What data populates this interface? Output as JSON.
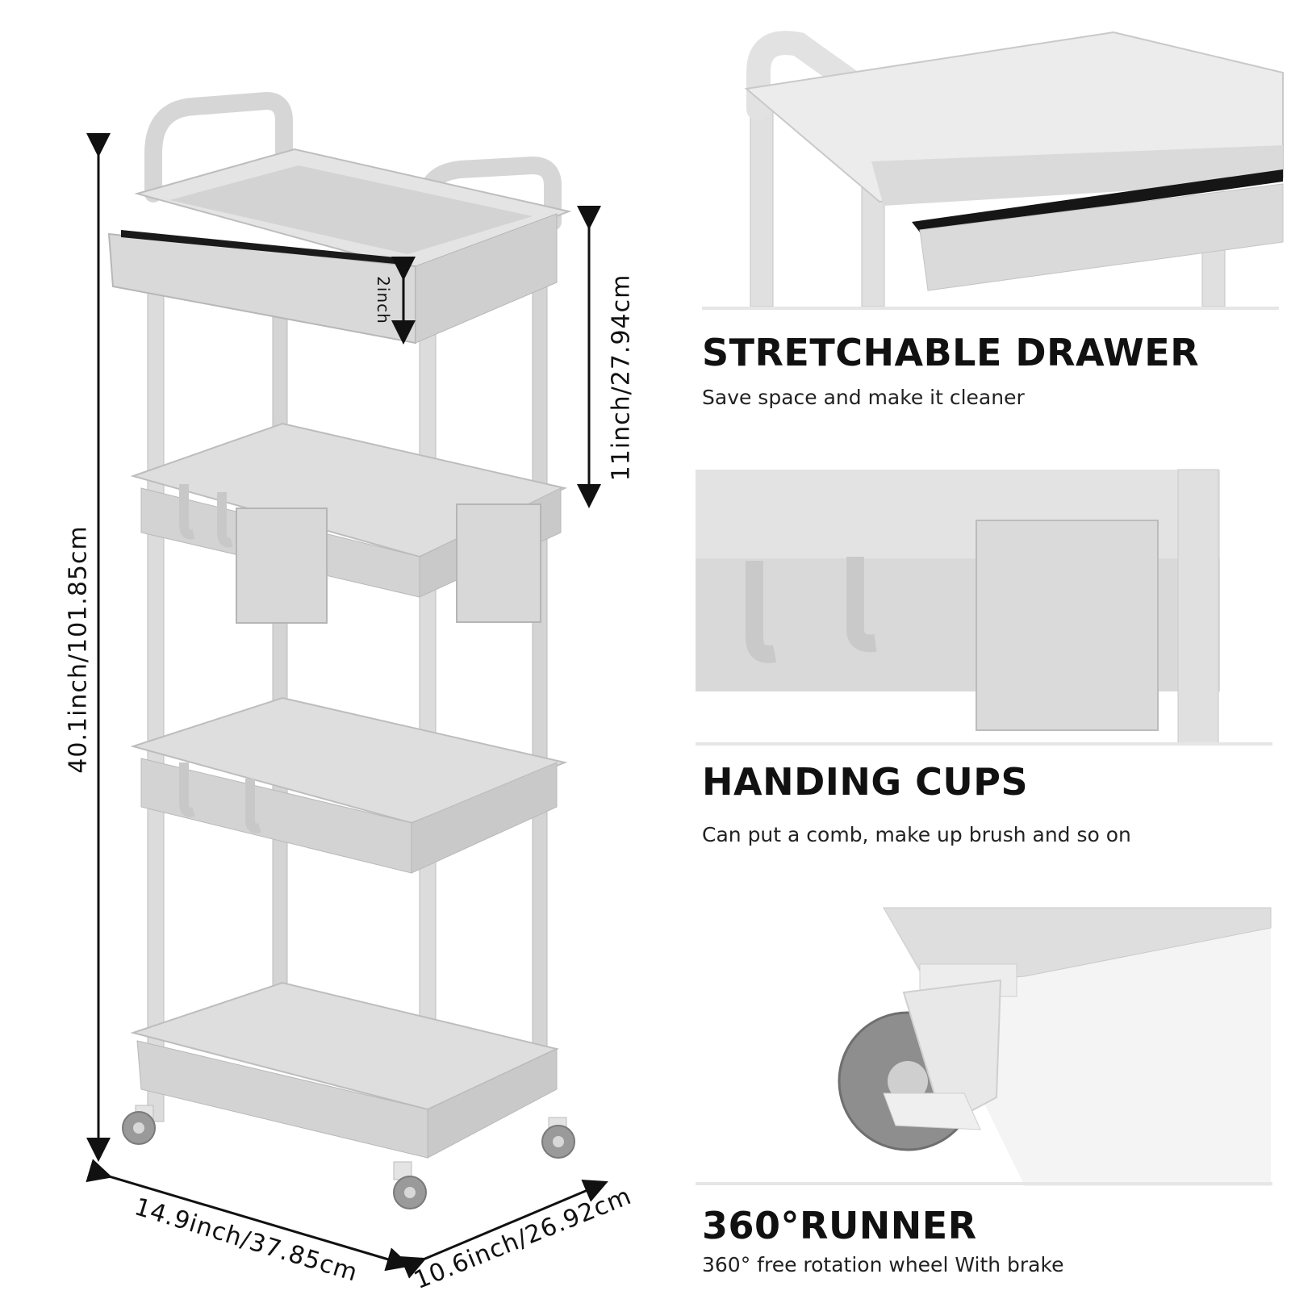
{
  "dimensions": {
    "height_total": "40.1inch/101.85cm",
    "tier_gap": "11inch/27.94cm",
    "drawer_depth": "2inch",
    "width": "14.9inch/37.85cm",
    "depth": "10.6inch/26.92cm"
  },
  "features": [
    {
      "title": "STRETCHABLE DRAWER",
      "description": "Save space and make it cleaner"
    },
    {
      "title": "HANDING CUPS",
      "description": "Can put a comb, make up brush and so on"
    },
    {
      "title": "360°RUNNER",
      "description": "360°  free rotation wheel With brake"
    }
  ],
  "colors": {
    "cart_gray": "#d9d9d9",
    "cart_shadow": "#b8b8b8",
    "cart_light": "#e8e8e8",
    "drawer_slot": "#1a1a1a",
    "text": "#111111"
  }
}
